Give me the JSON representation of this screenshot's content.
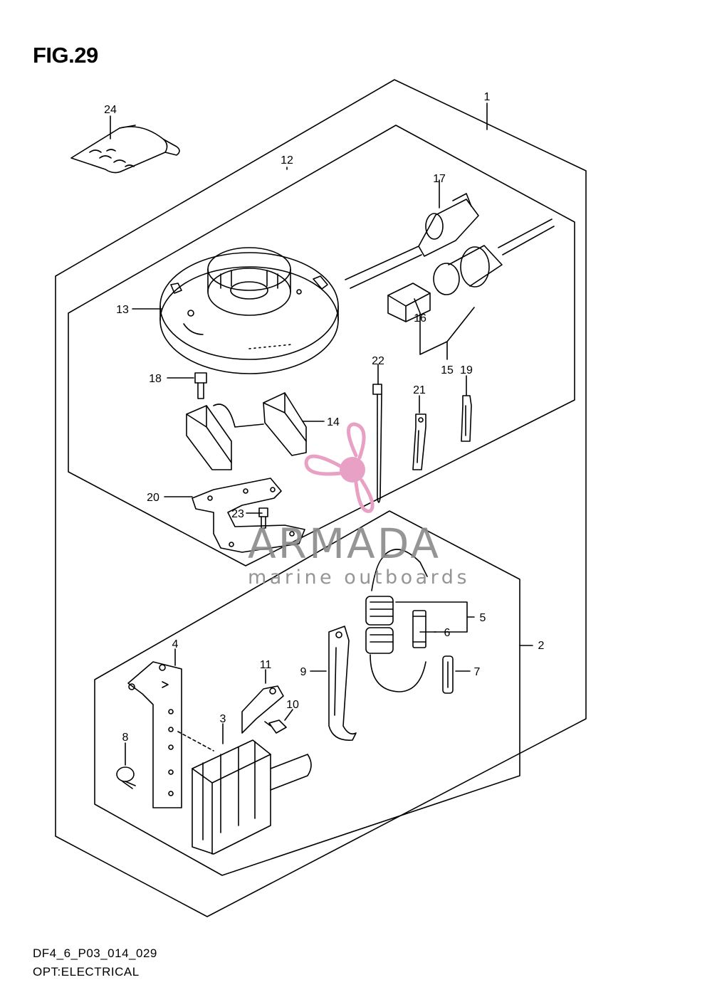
{
  "figure": {
    "title": "FIG.29",
    "code": "DF4_6_P03_014_029",
    "caption": "OPT:ELECTRICAL"
  },
  "watermark": {
    "brand": "ARMADA",
    "tagline": "marine outboards",
    "colors": {
      "logo": "#e8a0c4",
      "text": "#8a8a8a"
    }
  },
  "callouts": [
    "1",
    "2",
    "3",
    "4",
    "5",
    "6",
    "7",
    "8",
    "9",
    "10",
    "11",
    "12",
    "13",
    "14",
    "15",
    "16",
    "17",
    "18",
    "19",
    "20",
    "21",
    "22",
    "23",
    "24"
  ]
}
